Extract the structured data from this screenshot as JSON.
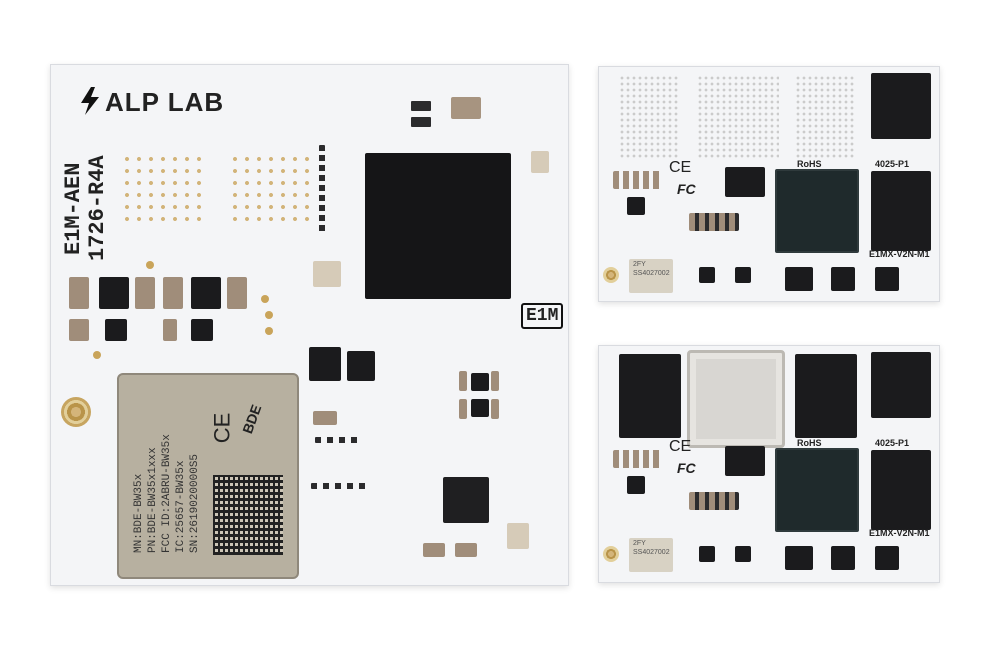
{
  "main_board": {
    "brand": "ALP LAB",
    "model_line1": "E1M-AEN",
    "model_line2": "1726-R4A",
    "badge": "E1M",
    "module": {
      "line1": "MN:BDE-BW35x",
      "line2": "PN:BDE-BW35x1xxx",
      "line3": "FCC ID:2ABRU-BW35x",
      "line4": "IC:25657-BW35x",
      "line5": "SN:2619020000S5",
      "ce": "CE",
      "maker": "BDE"
    }
  },
  "top_board": {
    "ce": "CE",
    "fcc": "FC",
    "rohs": "RoHS",
    "part": "4025-P1",
    "model": "E1MX-V2N-M1",
    "module_line1": "2FY",
    "module_line2": "SS4027002"
  },
  "bottom_board": {
    "ce": "CE",
    "fcc": "FC",
    "rohs": "RoHS",
    "part": "4025-P1",
    "model": "E1MX-V2N-M1",
    "module_line1": "2FY",
    "module_line2": "SS4027002"
  },
  "colors": {
    "pcb": "#f4f5f7",
    "chip": "#1b1b1d",
    "gold": "#c9a45a",
    "module_shield": "#b7b0a0",
    "heatsink": "#d8d6d2"
  }
}
